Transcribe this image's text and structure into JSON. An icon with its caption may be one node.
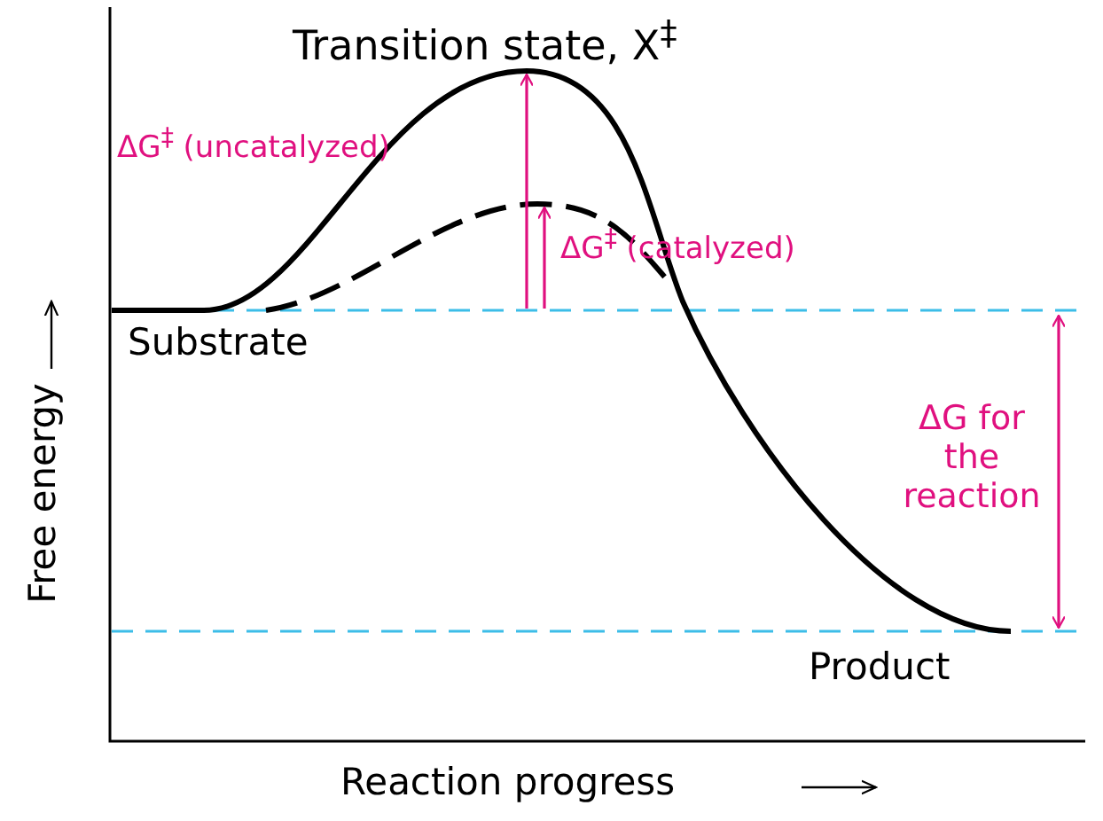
{
  "diagram": {
    "labels": [
      "Transition state, X$^{‡}$",
      "ΔG$^{‡}$ (uncatalyzed)",
      "ΔG$^{‡}$ (catalyzed)",
      "Substrate",
      "ΔG for the reaction",
      "Product",
      "Free energy",
      "Reaction progress"
    ]
  }
}
